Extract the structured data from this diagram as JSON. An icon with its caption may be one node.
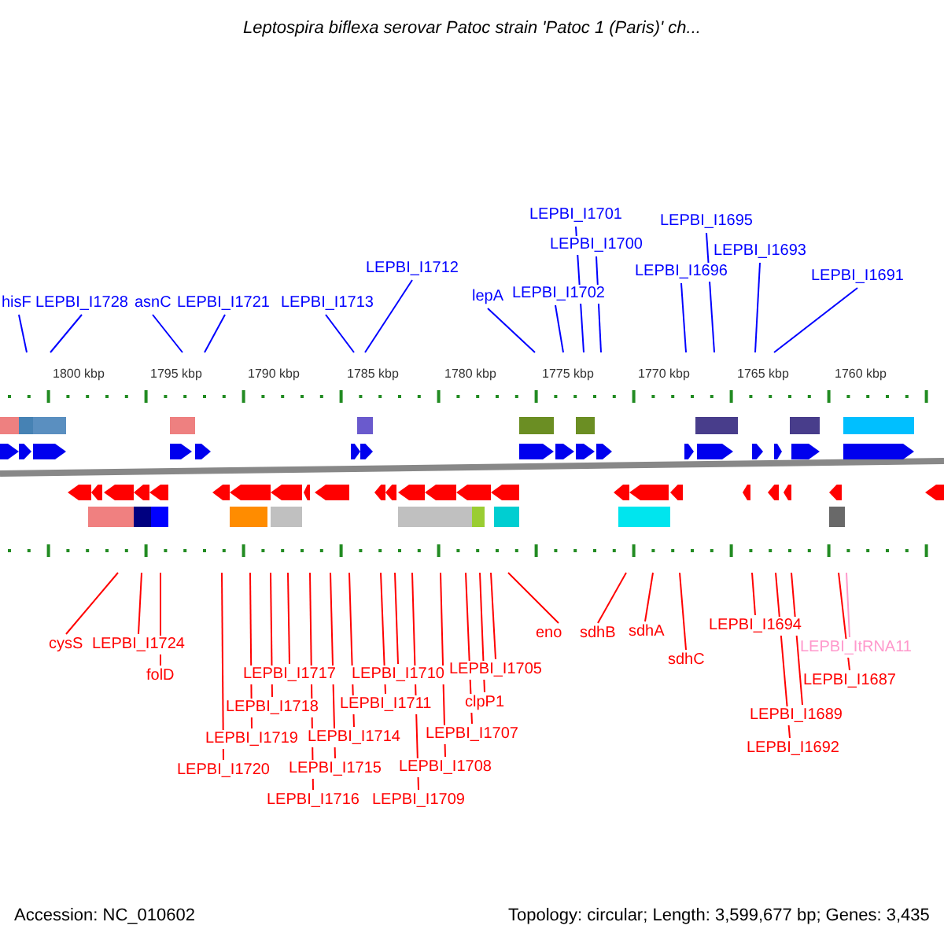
{
  "diagram": {
    "title": "Leptospira biflexa serovar Patoc strain 'Patoc 1 (Paris)' ch...",
    "nodes": [
      {
        "text": [
          "hisF"
        ]
      },
      {
        "text": [
          "LEPBI_I1728"
        ]
      },
      {
        "text": [
          "asnC"
        ]
      },
      {
        "text": [
          "LEPBI_I1721"
        ]
      },
      {
        "text": [
          "LEPBI_I1713"
        ]
      },
      {
        "text": [
          "LEPBI_I1712"
        ]
      },
      {
        "text": [
          "lepA"
        ]
      },
      {
        "text": [
          "LEPBI_I1702"
        ]
      },
      {
        "text": [
          "LEPBI_I1701"
        ]
      },
      {
        "text": [
          "LEPBI_I1700"
        ]
      },
      {
        "text": [
          "LEPBI_I1696"
        ]
      },
      {
        "text": [
          "LEPBI_I1695"
        ]
      },
      {
        "text": [
          "LEPBI_I1693"
        ]
      },
      {
        "text": [
          "LEPBI_I1691"
        ]
      },
      {
        "text": [
          "cysS"
        ]
      },
      {
        "text": [
          "LEPBI_I1724"
        ]
      },
      {
        "text": [
          "folD"
        ]
      },
      {
        "text": [
          "LEPBI_I1720"
        ]
      },
      {
        "text": [
          "LEPBI_I1719"
        ]
      },
      {
        "text": [
          "LEPBI_I1718"
        ]
      },
      {
        "text": [
          "LEPBI_I1717"
        ]
      },
      {
        "text": [
          "LEPBI_I1716"
        ]
      },
      {
        "text": [
          "LEPBI_I1715"
        ]
      },
      {
        "text": [
          "LEPBI_I1714"
        ]
      },
      {
        "text": [
          "LEPBI_I1711"
        ]
      },
      {
        "text": [
          "LEPBI_I1710"
        ]
      },
      {
        "text": [
          "LEPBI_I1709"
        ]
      },
      {
        "text": [
          "LEPBI_I1708"
        ]
      },
      {
        "text": [
          "LEPBI_I1707"
        ]
      },
      {
        "text": [
          "clpP1"
        ]
      },
      {
        "text": [
          "LEPBI_I1705"
        ]
      },
      {
        "text": [
          "eno"
        ]
      },
      {
        "text": [
          "sdhB"
        ]
      },
      {
        "text": [
          "sdhA"
        ]
      },
      {
        "text": [
          "sdhC"
        ]
      },
      {
        "text": [
          "LEPBI_I1694"
        ]
      },
      {
        "text": [
          "LEPBI_I1692"
        ]
      },
      {
        "text": [
          "LEPBI_I1689"
        ]
      },
      {
        "text": [
          "LEPBI_ItRNA11"
        ]
      },
      {
        "text": [
          "LEPBI_I1687"
        ]
      }
    ],
    "edges": [
      {
        "from": 0,
        "to": null,
        "arrow": "none",
        "color": "#0000ff"
      },
      {
        "from": 1,
        "to": null,
        "arrow": "none",
        "color": "#0000ff"
      },
      {
        "from": 2,
        "to": null,
        "arrow": "none",
        "color": "#0000ff"
      },
      {
        "from": 3,
        "to": null,
        "arrow": "none",
        "color": "#0000ff"
      },
      {
        "from": 4,
        "to": null,
        "arrow": "none",
        "color": "#0000ff"
      },
      {
        "from": 5,
        "to": null,
        "arrow": "none",
        "color": "#0000ff"
      },
      {
        "from": 6,
        "to": null,
        "arrow": "none",
        "color": "#0000ff"
      },
      {
        "from": 7,
        "to": null,
        "arrow": "none",
        "color": "#0000ff"
      },
      {
        "from": 8,
        "to": null,
        "arrow": "none",
        "color": "#0000ff"
      },
      {
        "from": 9,
        "to": null,
        "arrow": "none",
        "color": "#0000ff"
      },
      {
        "from": 10,
        "to": null,
        "arrow": "none",
        "color": "#0000ff"
      },
      {
        "from": 11,
        "to": null,
        "arrow": "none",
        "color": "#0000ff"
      },
      {
        "from": 12,
        "to": null,
        "arrow": "none",
        "color": "#0000ff"
      },
      {
        "from": 13,
        "to": null,
        "arrow": "none",
        "color": "#0000ff"
      },
      {
        "from": 14,
        "to": null,
        "arrow": "none"
      },
      {
        "from": 15,
        "to": null,
        "arrow": "none"
      },
      {
        "from": 16,
        "to": null,
        "arrow": "none"
      },
      {
        "from": 17,
        "to": null,
        "arrow": "none"
      },
      {
        "from": 18,
        "to": null,
        "arrow": "none"
      },
      {
        "from": 19,
        "to": null,
        "arrow": "none"
      },
      {
        "from": 20,
        "to": null,
        "arrow": "none"
      },
      {
        "from": 21,
        "to": null,
        "arrow": "none"
      },
      {
        "from": 22,
        "to": null,
        "arrow": "none"
      },
      {
        "from": 23,
        "to": null,
        "arrow": "none"
      },
      {
        "from": 24,
        "to": null,
        "arrow": "none"
      },
      {
        "from": 25,
        "to": null,
        "arrow": "none"
      },
      {
        "from": 26,
        "to": null,
        "arrow": "none"
      },
      {
        "from": 27,
        "to": null,
        "arrow": "none"
      },
      {
        "from": 28,
        "to": null,
        "arrow": "none"
      },
      {
        "from": 29,
        "to": null,
        "arrow": "none"
      },
      {
        "from": 30,
        "to": null,
        "arrow": "none"
      },
      {
        "from": 31,
        "to": null,
        "arrow": "none"
      },
      {
        "from": 32,
        "to": null,
        "arrow": "none"
      },
      {
        "from": 33,
        "to": null,
        "arrow": "none"
      },
      {
        "from": 34,
        "to": null,
        "arrow": "none"
      },
      {
        "from": 35,
        "to": null,
        "arrow": "none"
      },
      {
        "from": 36,
        "to": null,
        "arrow": "none"
      },
      {
        "from": 37,
        "to": null,
        "arrow": "none"
      },
      {
        "from": 38,
        "to": null,
        "arrow": "none",
        "color": "#ff99cc"
      },
      {
        "from": 39,
        "to": null,
        "arrow": "none"
      }
    ],
    "labels": [
      "1800 kbp",
      "1795 kbp",
      "1790 kbp",
      "1785 kbp",
      "1780 kbp",
      "1775 kbp",
      "1770 kbp",
      "1765 kbp",
      "1760 kbp",
      "Accession: NC_010602",
      "Topology: circular; Length: 3,599,677 bp; Genes: 3,435"
    ]
  }
}
